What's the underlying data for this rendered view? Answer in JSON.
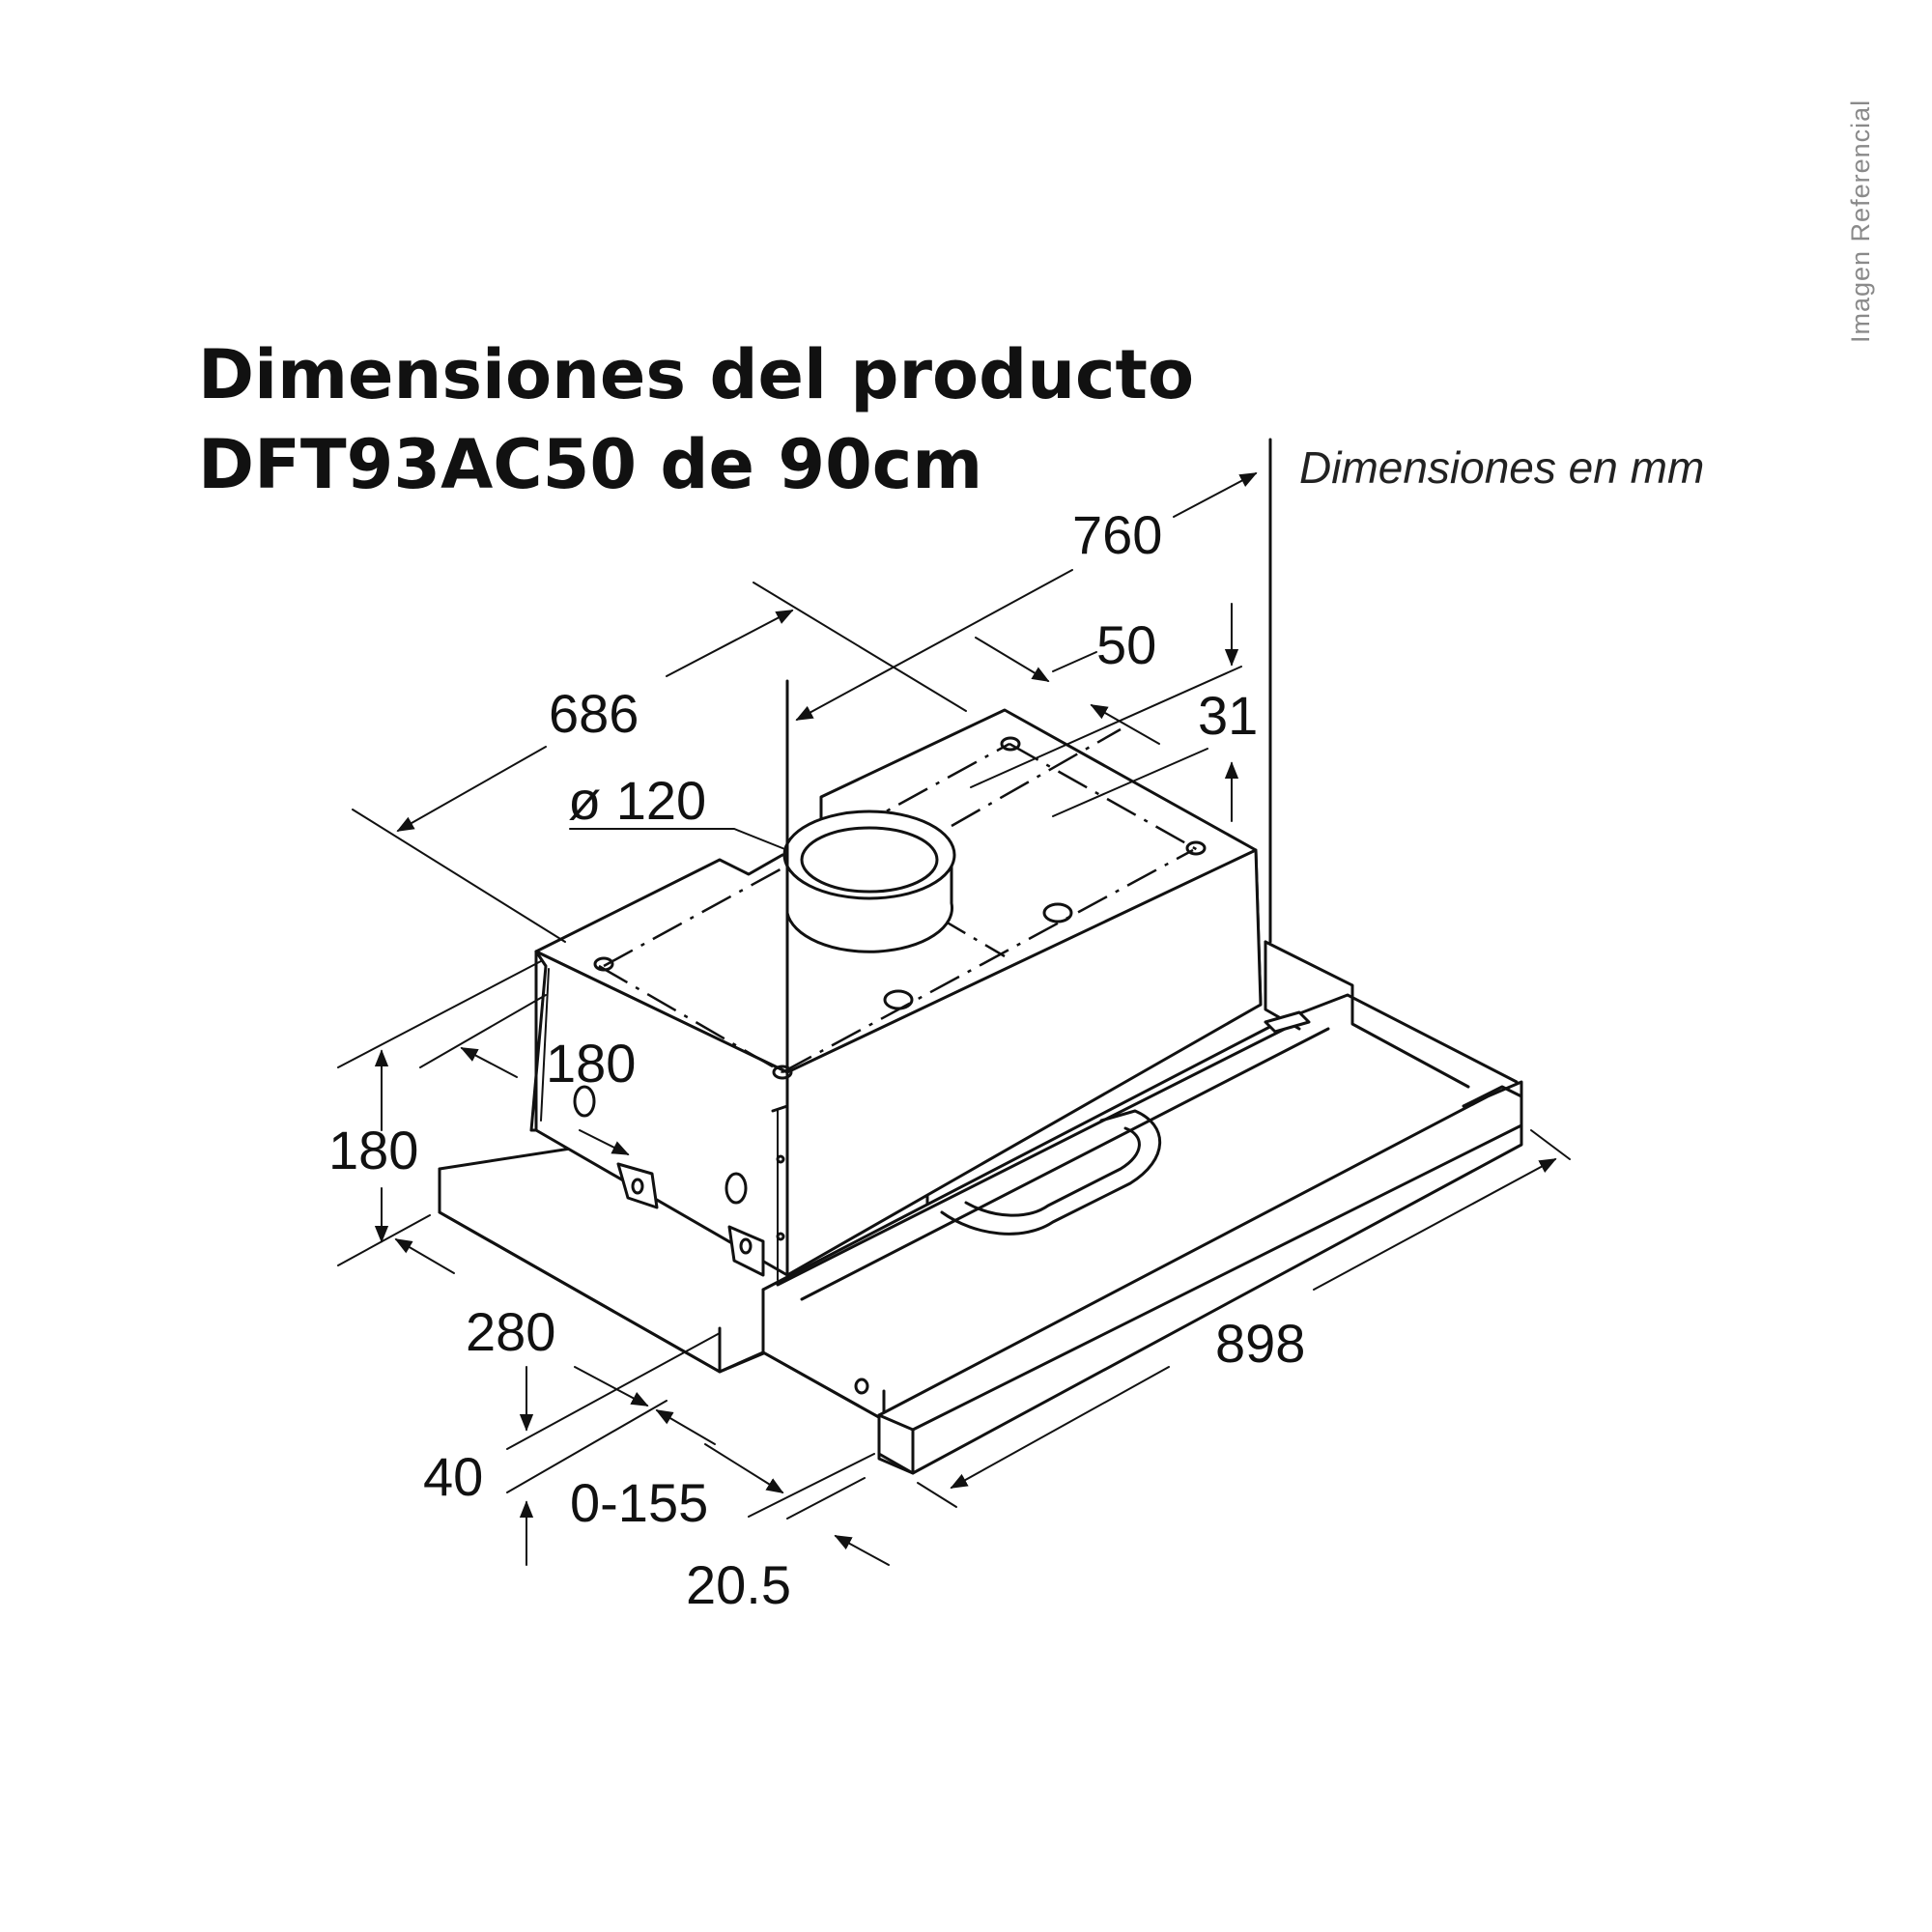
{
  "title": {
    "line1": "Dimensiones del producto",
    "line2": "DFT93AC50 de 90cm"
  },
  "units_note": "Dimensiones en mm",
  "watermark": "Imagen Referencial",
  "dimensions": {
    "depth_total": "760",
    "depth_body": "686",
    "offset_rear": "50",
    "offset_top": "31",
    "duct_diameter": "ø 120",
    "inner_height": "180",
    "total_height": "180",
    "front_depth": "280",
    "panel_thickness": "40",
    "extension": "0-155",
    "front_lip": "20.5",
    "width": "898"
  }
}
